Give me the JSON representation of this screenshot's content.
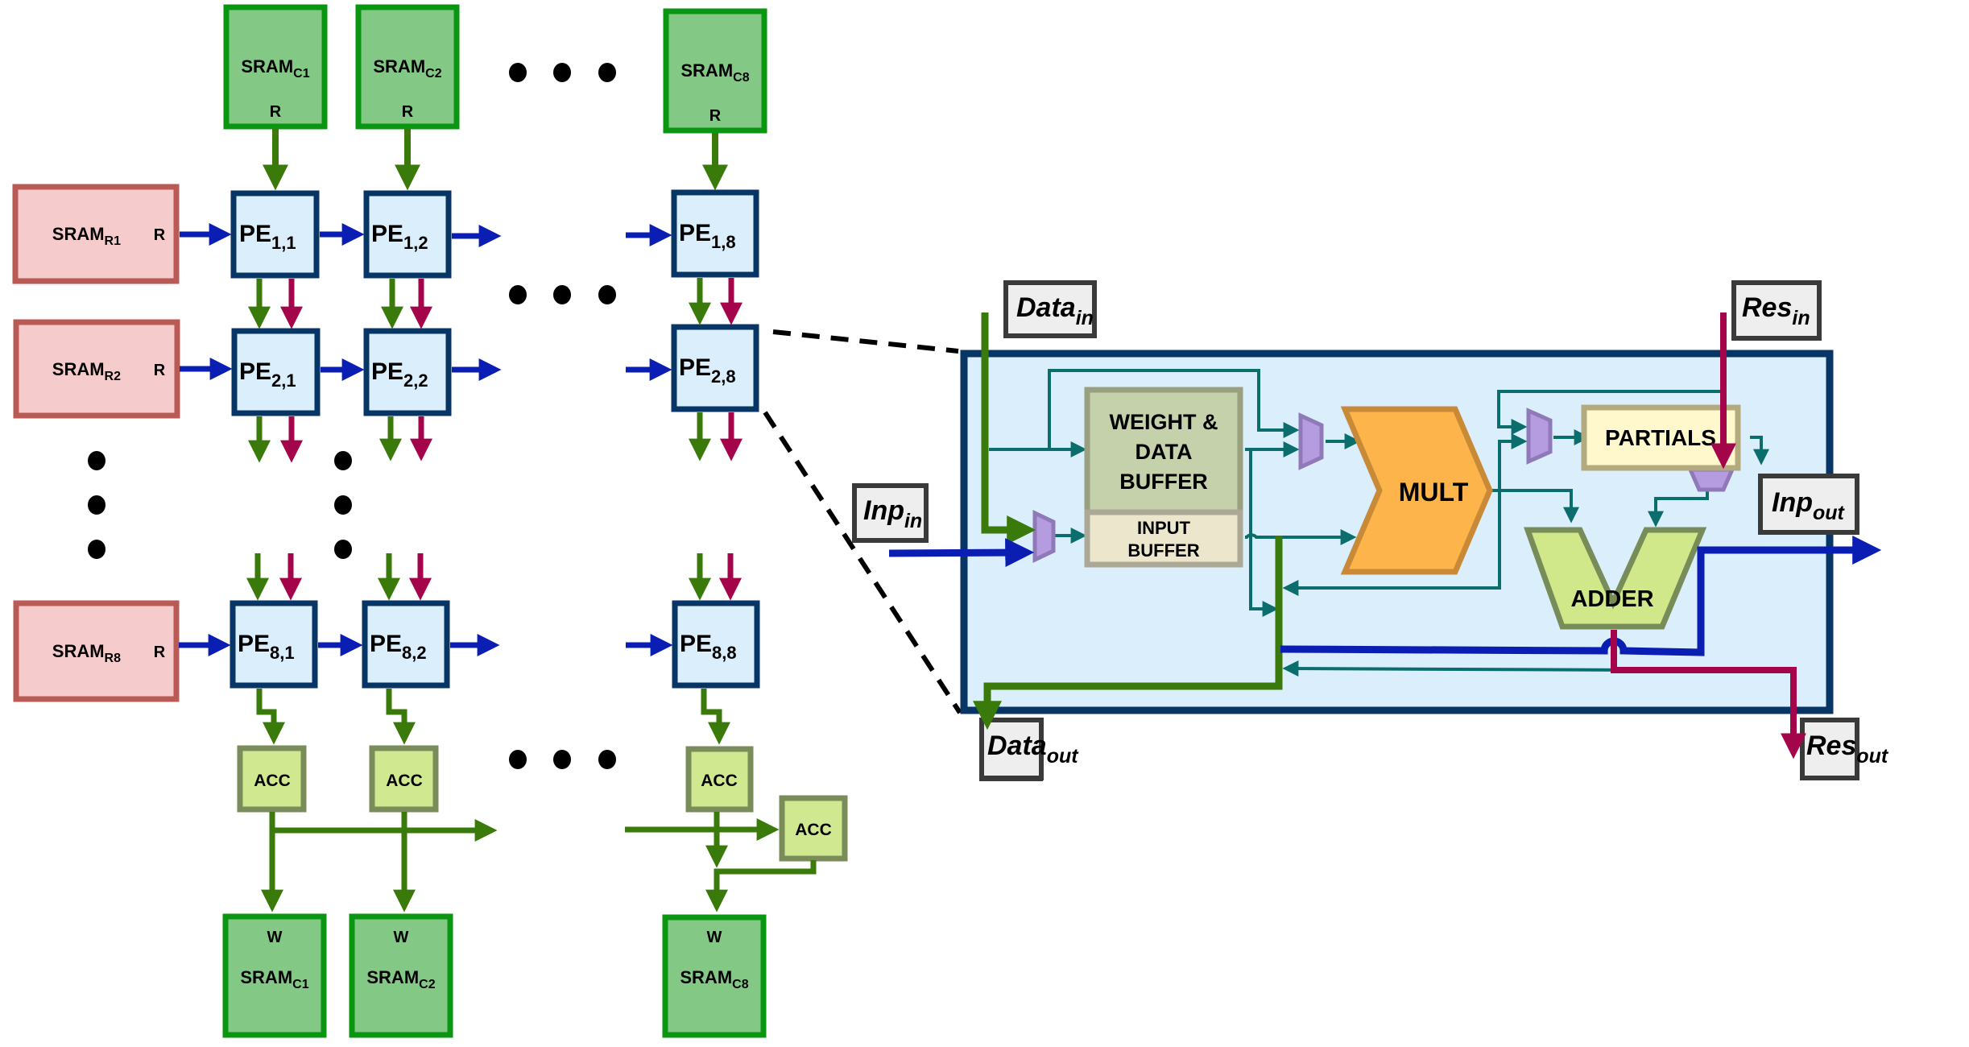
{
  "colors": {
    "read_sram_fill": "#83c985",
    "read_sram_stroke": "#0a9610",
    "row_sram_fill": "#f6cbcb",
    "row_sram_stroke": "#b95a55",
    "pe_fill": "#dbeefb",
    "pe_stroke": "#073566",
    "acc_fill": "#d0e890",
    "acc_stroke": "#7a8c5a",
    "green_wire": "#3a7a0a",
    "blue_wire": "#0a1eb4",
    "red_wire": "#a4054a",
    "teal_wire": "#0b6e6c",
    "mux_fill": "#b59be0",
    "mux_stroke": "#9079b8",
    "wbuf_fill": "#c5d1aa",
    "wbuf_stroke": "#98a07f",
    "ibuf_fill": "#ebe6cc",
    "ibuf_stroke": "#aba896",
    "mult_fill": "#fdb44a",
    "mult_stroke": "#c98a38",
    "partials_fill": "#fef8cc",
    "partials_stroke": "#b4aa80",
    "adder_fill": "#d0e88a",
    "adder_stroke": "#788c5a",
    "port_fill": "#eeeeee",
    "port_stroke": "#3a3a3a"
  },
  "array": {
    "column_srams_read": [
      {
        "name": "SRAM",
        "sub": "C1",
        "mode": "R"
      },
      {
        "name": "SRAM",
        "sub": "C2",
        "mode": "R"
      },
      {
        "name": "SRAM",
        "sub": "C8",
        "mode": "R"
      }
    ],
    "row_srams": [
      {
        "name": "SRAM",
        "sub": "R1",
        "mode": "R"
      },
      {
        "name": "SRAM",
        "sub": "R2",
        "mode": "R"
      },
      {
        "name": "SRAM",
        "sub": "R8",
        "mode": "R"
      }
    ],
    "pes": [
      [
        "1,1",
        "1,2",
        "1,8"
      ],
      [
        "2,1",
        "2,2",
        "2,8"
      ],
      [
        "8,1",
        "8,2",
        "8,8"
      ]
    ],
    "pe_label": "PE",
    "acc_label": "ACC",
    "column_srams_write": [
      {
        "name": "SRAM",
        "sub": "C1",
        "mode": "W"
      },
      {
        "name": "SRAM",
        "sub": "C2",
        "mode": "W"
      },
      {
        "name": "SRAM",
        "sub": "C8",
        "mode": "W"
      }
    ]
  },
  "pe_detail": {
    "ports": {
      "data_in": {
        "main": "Data",
        "sub": "in"
      },
      "res_in": {
        "main": "Res",
        "sub": "in"
      },
      "inp_in": {
        "main": "Inp",
        "sub": "in"
      },
      "inp_out": {
        "main": "Inp",
        "sub": "out"
      },
      "data_out": {
        "main": "Data",
        "sub": "out"
      },
      "res_out": {
        "main": "Res",
        "sub": "out"
      }
    },
    "blocks": {
      "weight_buffer": [
        "WEIGHT &",
        "DATA",
        "BUFFER"
      ],
      "input_buffer": [
        "INPUT",
        "BUFFER"
      ],
      "mult": "MULT",
      "partials": "PARTIALS",
      "adder": "ADDER"
    }
  }
}
